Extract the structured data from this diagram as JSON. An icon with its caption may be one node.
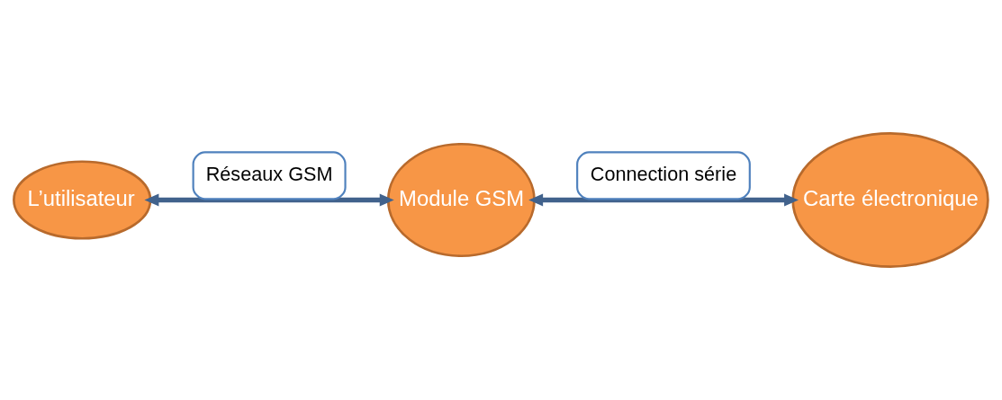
{
  "diagram": {
    "nodes": [
      {
        "text": [
          "L’utilisateur"
        ]
      },
      {
        "text": [
          "Module GSM"
        ]
      },
      {
        "text": [
          "Carte électronique"
        ]
      }
    ],
    "edges": [
      {
        "from": 0,
        "to": 1,
        "arrow": "both",
        "label": "Réseaux GSM"
      },
      {
        "from": 1,
        "to": 2,
        "arrow": "both",
        "label": "Connection série"
      }
    ]
  }
}
